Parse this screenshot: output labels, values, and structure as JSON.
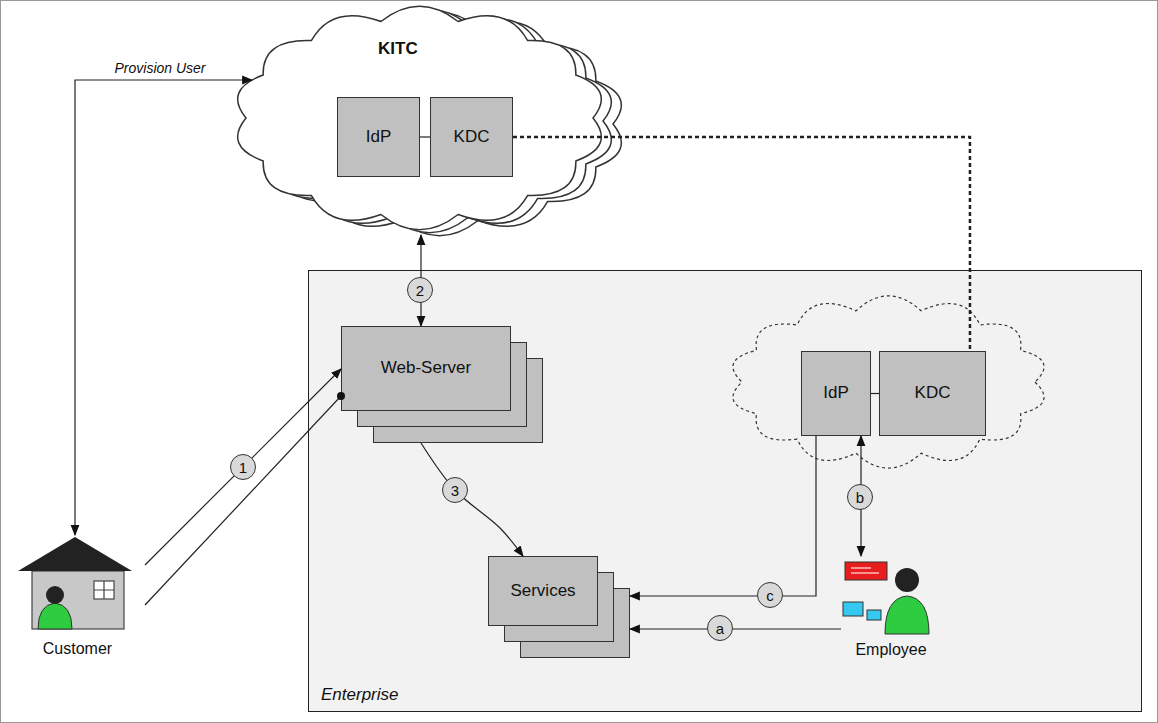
{
  "diagram": {
    "nodes": [
      {
        "text": [
          "KITC"
        ]
      },
      {
        "text": [
          "IdP"
        ],
        "in": 0
      },
      {
        "text": [
          "KDC"
        ],
        "in": 0
      },
      {
        "text": [
          "Enterprise"
        ]
      },
      {
        "text": [
          "Web-Server"
        ],
        "in": 3
      },
      {
        "text": [
          "IdP"
        ],
        "in": 3
      },
      {
        "text": [
          "KDC"
        ],
        "in": 3
      },
      {
        "text": [
          "Services"
        ],
        "in": 3
      },
      {
        "text": [
          "Customer"
        ]
      },
      {
        "text": [
          "Employee"
        ],
        "in": 3
      }
    ],
    "edges": [
      {
        "from": 1,
        "to": 2,
        "arrow": "none"
      },
      {
        "from": 2,
        "to": 6,
        "arrow": "none"
      },
      {
        "from": 8,
        "to": 0,
        "label": "Provision User",
        "arrow": "both"
      },
      {
        "from": 8,
        "to": 4,
        "label": "1",
        "arrow": "to"
      },
      {
        "from": 4,
        "to": 8,
        "arrow": "none"
      },
      {
        "from": 0,
        "to": 4,
        "label": "2",
        "arrow": "both"
      },
      {
        "from": 4,
        "to": 7,
        "label": "3",
        "arrow": "to"
      },
      {
        "from": 5,
        "to": 6,
        "arrow": "none"
      },
      {
        "from": 5,
        "to": 7,
        "label": "c",
        "arrow": "to"
      },
      {
        "from": 9,
        "to": 5,
        "label": "b",
        "arrow": "both"
      },
      {
        "from": 9,
        "to": 7,
        "label": "a",
        "arrow": "to"
      }
    ]
  }
}
